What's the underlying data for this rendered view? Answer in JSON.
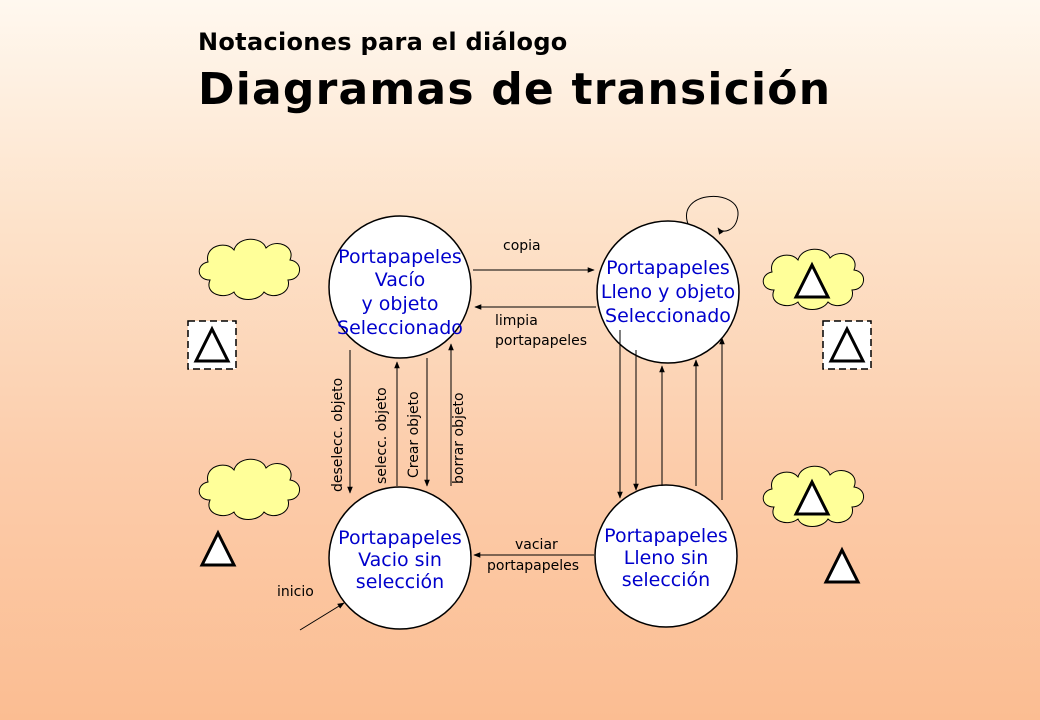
{
  "header": {
    "subtitle": "Notaciones para el diálogo",
    "title": "Diagramas de transición"
  },
  "states": {
    "clip_empty_selected": [
      "Portapapeles",
      "Vacío",
      "y objeto",
      "Seleccionado"
    ],
    "clip_full_selected": [
      "Portapapeles",
      "Lleno y objeto",
      "Seleccionado"
    ],
    "clip_empty_unselected": [
      "Portapapeles",
      "Vacio sin",
      "selección"
    ],
    "clip_full_unselected": [
      "Portapapeles",
      "Lleno sin",
      "selección"
    ]
  },
  "transitions": {
    "copy": "copia",
    "clear_clipboard": [
      "limpia",
      "portapapeles"
    ],
    "empty_clipboard": [
      "vaciar",
      "portapapeles"
    ],
    "deselect_object": "deselecc. objeto",
    "select_object": "selecc. objeto",
    "create_object": "Crear objeto",
    "delete_object": "borrar objeto",
    "start": "inicio"
  },
  "colors": {
    "state_text": "#0000cc",
    "cloud_fill": "#ffff99",
    "line": "#000000"
  },
  "icons": [
    "cloud-icon",
    "triangle-icon",
    "dashed-box-triangle-icon"
  ]
}
